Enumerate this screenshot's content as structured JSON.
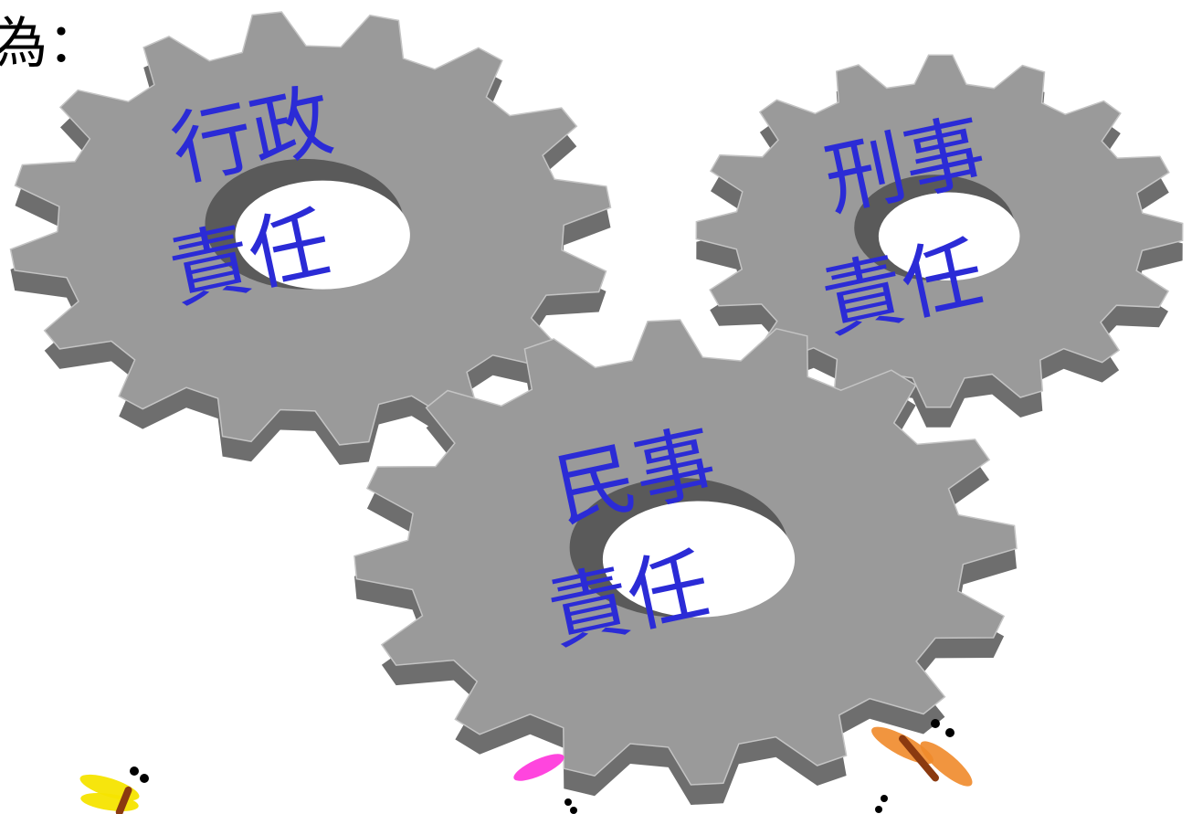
{
  "slide": {
    "heading_fragment": "為：",
    "label_color": "#2b2bd6",
    "gear_face_color": "#9a9a9a",
    "gear_side_color": "#6e6e6e",
    "gear_light_color": "#c4c4c4"
  },
  "gears": {
    "administrative": {
      "line1": "行政",
      "line2": "責任"
    },
    "criminal": {
      "line1": "刑事",
      "line2": "責任"
    },
    "civil": {
      "line1": "民事",
      "line2": "責任"
    }
  },
  "decorations": {
    "dragonfly_colors": [
      "#f5e400",
      "#ff3bdc",
      "#f08a2a"
    ],
    "dragonfly_body_color": "#8b3a10"
  }
}
